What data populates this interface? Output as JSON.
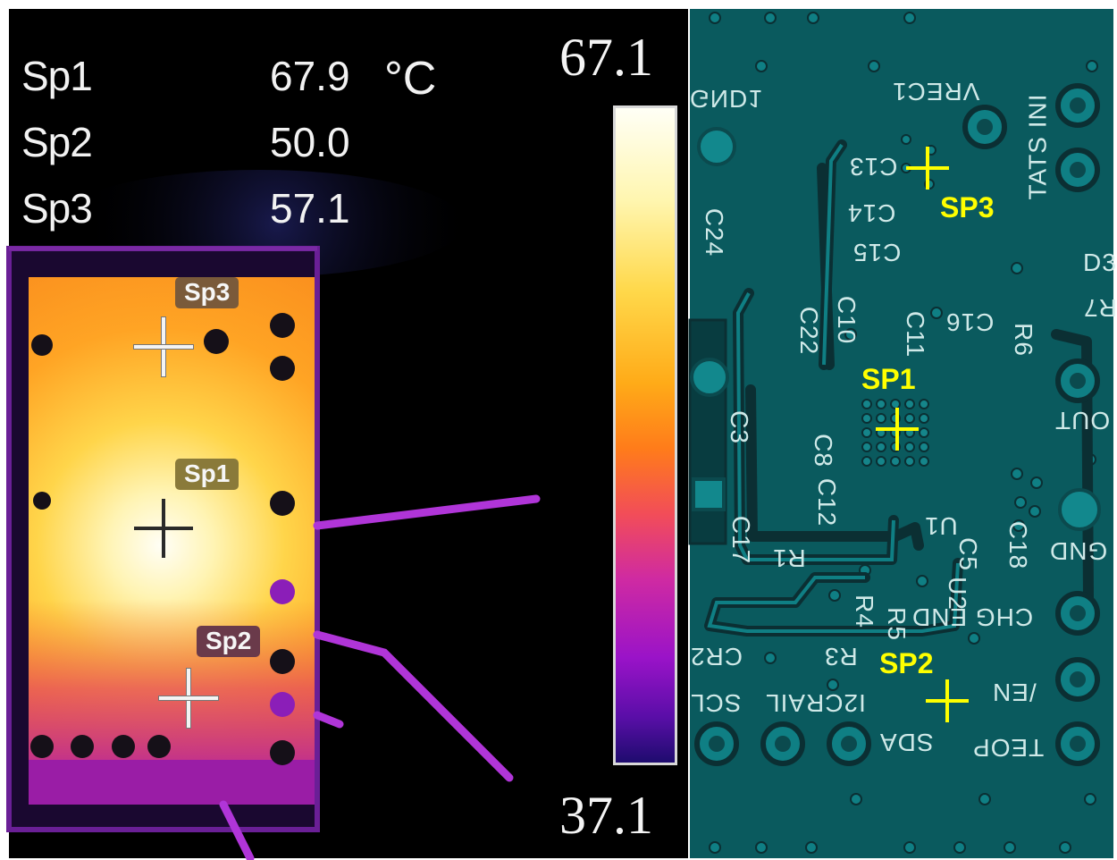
{
  "readout": {
    "rows": [
      {
        "label": "Sp1",
        "value": "67.9"
      },
      {
        "label": "Sp2",
        "value": "50.0"
      },
      {
        "label": "Sp3",
        "value": "57.1"
      }
    ],
    "unit": "°C"
  },
  "scale": {
    "max": "67.1",
    "min": "37.1"
  },
  "spots": {
    "sp1": "Sp1",
    "sp2": "Sp2",
    "sp3": "Sp3"
  },
  "pcb": {
    "markers": {
      "sp1": "SP1",
      "sp2": "SP2",
      "sp3": "SP3"
    },
    "silkscreen": {
      "gnd1": "GND1",
      "vrec1": "VREC1",
      "tatsini": "TATS INI",
      "c13": "C13",
      "c14": "C14",
      "c15": "C15",
      "c16": "C16",
      "c22": "C22",
      "c24": "C24",
      "c17": "C17",
      "c10": "C10",
      "c11": "C11",
      "c3": "C3",
      "c8": "C8",
      "c12": "C12",
      "c5": "C5",
      "c18": "C18",
      "r1": "R1",
      "r3": "R3",
      "r4": "R4",
      "r5": "R5",
      "r6": "R6",
      "cr2": "CR2",
      "u1": "U1",
      "u2": "U2",
      "d3": "D3",
      "r7": "R7",
      "out": "OUT",
      "gnd": "GND",
      "chgend": "CHG END",
      "en": "/EN",
      "sda": "SDA",
      "teop": "TEOP",
      "scl": "SCL",
      "i2crail": "I2CRAIL"
    }
  },
  "colors": {
    "pcb_mask": "#0a5a5e",
    "pcb_trace": "#0b2f33",
    "marker": "#ffff00",
    "thermal_hot": "#fffde0",
    "thermal_warm": "#ff9a1c",
    "thermal_cool": "#7b1bb0"
  }
}
